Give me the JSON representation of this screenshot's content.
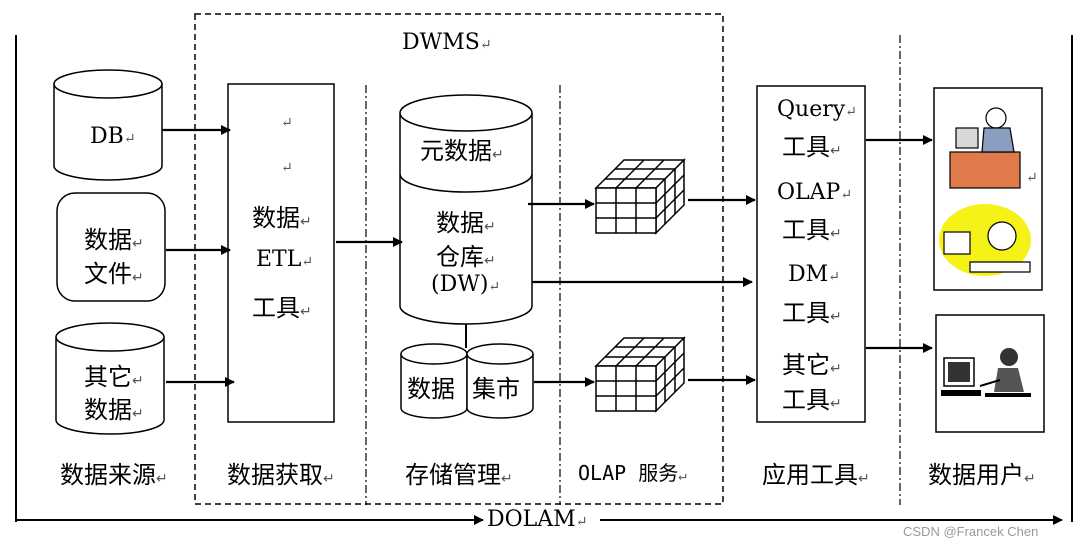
{
  "title": "DWMS",
  "bottom_label": "DOLAM",
  "para_mark": "↵",
  "sources": {
    "db": "DB",
    "file": [
      "数据",
      "文件"
    ],
    "other": [
      "其它",
      "数据"
    ]
  },
  "etl": {
    "lines": [
      "数据",
      "ETL",
      "工具"
    ]
  },
  "storage": {
    "meta": "元数据",
    "dw": [
      "数据",
      "仓库",
      "(DW)"
    ],
    "mart_left": "数据",
    "mart_right": "集市"
  },
  "tools": [
    "Query",
    "工具",
    "OLAP",
    "工具",
    "DM",
    "工具",
    "其它",
    "工具"
  ],
  "sections": [
    "数据来源",
    "数据获取",
    "存储管理",
    "OLAP 服务",
    "应用工具",
    "数据用户"
  ],
  "watermark": "CSDN @Francek Chen"
}
